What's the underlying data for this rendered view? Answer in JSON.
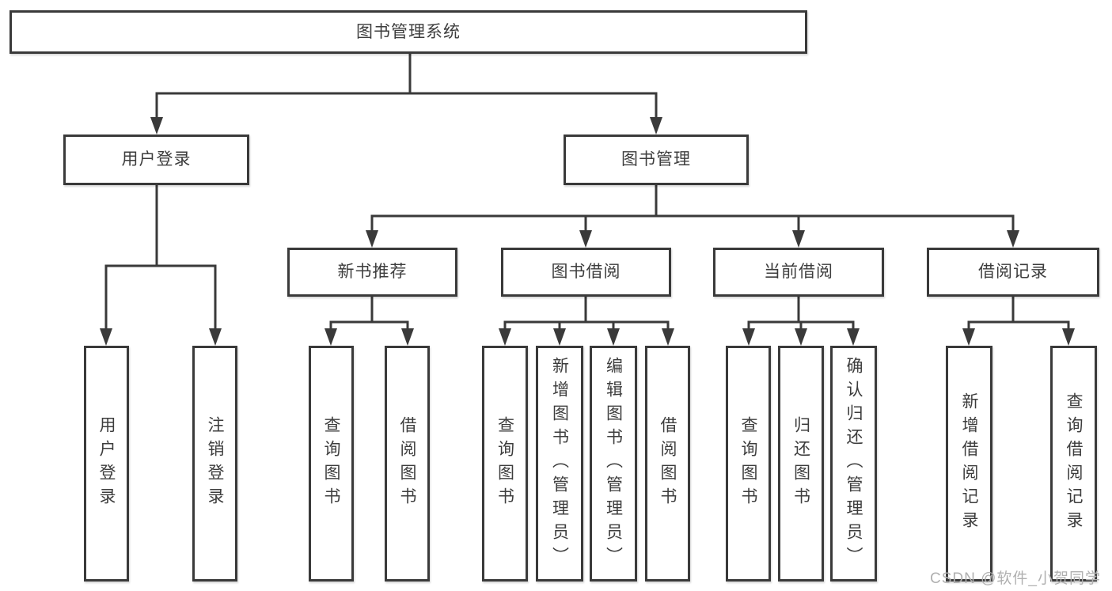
{
  "tree": {
    "label": "图书管理系统",
    "children": [
      {
        "label": "用户登录",
        "children": [
          {
            "label": "用户登录"
          },
          {
            "label": "注销登录"
          }
        ]
      },
      {
        "label": "图书管理",
        "children": [
          {
            "label": "新书推荐",
            "children": [
              {
                "label": "查询图书"
              },
              {
                "label": "借阅图书"
              }
            ]
          },
          {
            "label": "图书借阅",
            "children": [
              {
                "label": "查询图书"
              },
              {
                "label": "新增图书（管理员）"
              },
              {
                "label": "编辑图书（管理员）"
              },
              {
                "label": "借阅图书"
              }
            ]
          },
          {
            "label": "当前借阅",
            "children": [
              {
                "label": "查询图书"
              },
              {
                "label": "归还图书"
              },
              {
                "label": "确认归还（管理员）"
              }
            ]
          },
          {
            "label": "借阅记录",
            "children": [
              {
                "label": "新增借阅记录"
              },
              {
                "label": "查询借阅记录"
              }
            ]
          }
        ]
      }
    ]
  },
  "watermark": {
    "text": "CSDN @软件_小贺同学",
    "color": "#b0b0b0"
  },
  "colors": {
    "line": "#3a3a3a",
    "box_border": "#3a3a3a",
    "text": "#3d3d3d",
    "background": "#ffffff"
  }
}
